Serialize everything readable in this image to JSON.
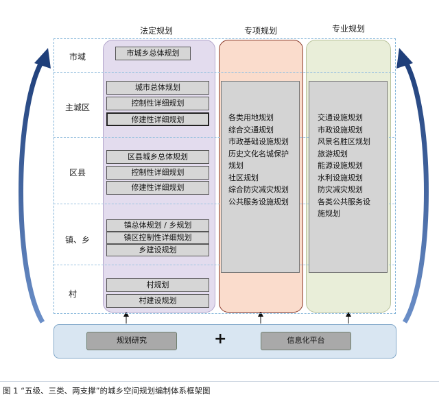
{
  "columns": {
    "statutory": "法定规划",
    "special": "专项规划",
    "professional": "专业规划"
  },
  "levels": [
    "市域",
    "主城区",
    "区县",
    "镇、乡",
    "村"
  ],
  "statutory_boxes": [
    "市城乡总体规划",
    "城市总体规划",
    "控制性详细规划",
    "修建性详细规划",
    "区县城乡总体规划",
    "控制性详细规划",
    "修建性详细规划",
    "镇总体规划 / 乡规划",
    "镇区控制性详细规划",
    "乡建设规划",
    "村规划",
    "村建设规划"
  ],
  "special_list": [
    "各类用地规划",
    "综合交通规划",
    "市政基础设施规划",
    "历史文化名城保护",
    "规划",
    "社区规划",
    "综合防灾减灾规划",
    "公共服务设施规划"
  ],
  "professional_list": [
    "交通设施规划",
    "市政设施规划",
    "风景名胜区规划",
    "旅游规划",
    "能源设施规划",
    "水利设施规划",
    "防灾减灾规划",
    "各类公共服务设",
    "施规划"
  ],
  "footer": {
    "left": "规划研究",
    "plus": "+",
    "right": "信息化平台"
  },
  "caption": "图 1  “五级、三类、两支撑”的城乡空间规划编制体系框架图",
  "colors": {
    "statutory_bg": "#e3dcee",
    "special_bg": "#fadccc",
    "professional_bg": "#e9eed9",
    "footer_bg": "#d9e6f2",
    "side_arrow": "#2b4f8f"
  }
}
